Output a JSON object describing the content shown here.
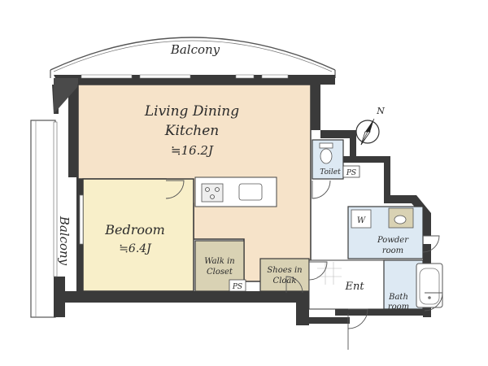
{
  "rooms": {
    "ldk": {
      "name1": "Living Dining",
      "name2": "Kitchen",
      "area": "≒16.2J"
    },
    "bedroom": {
      "name": "Bedroom",
      "area": "≒6.4J"
    },
    "walk_in_closet": {
      "line1": "Walk in",
      "line2": "Closet"
    },
    "shoes_in_cloak": {
      "line1": "Shoes in",
      "line2": "Cloak"
    },
    "toilet": {
      "name": "Toilet"
    },
    "powder_room": {
      "line1": "Powder",
      "line2": "room"
    },
    "bath_room": {
      "line1": "Bath",
      "line2": "room"
    },
    "entrance": {
      "name": "Ent"
    }
  },
  "ps_labels": {
    "ps1": "PS",
    "ps2": "PS"
  },
  "washer_label": "W",
  "balconies": {
    "top": "Balcony",
    "left": "Balcony"
  },
  "compass": {
    "label": "N"
  },
  "colors": {
    "ldk": "#f6e3c9",
    "bedroom": "#f8efc9",
    "storage": "#d9d2b4",
    "wet_area": "#dde9f3",
    "wall": "#3a3a3a",
    "counter": "#ffffff"
  }
}
